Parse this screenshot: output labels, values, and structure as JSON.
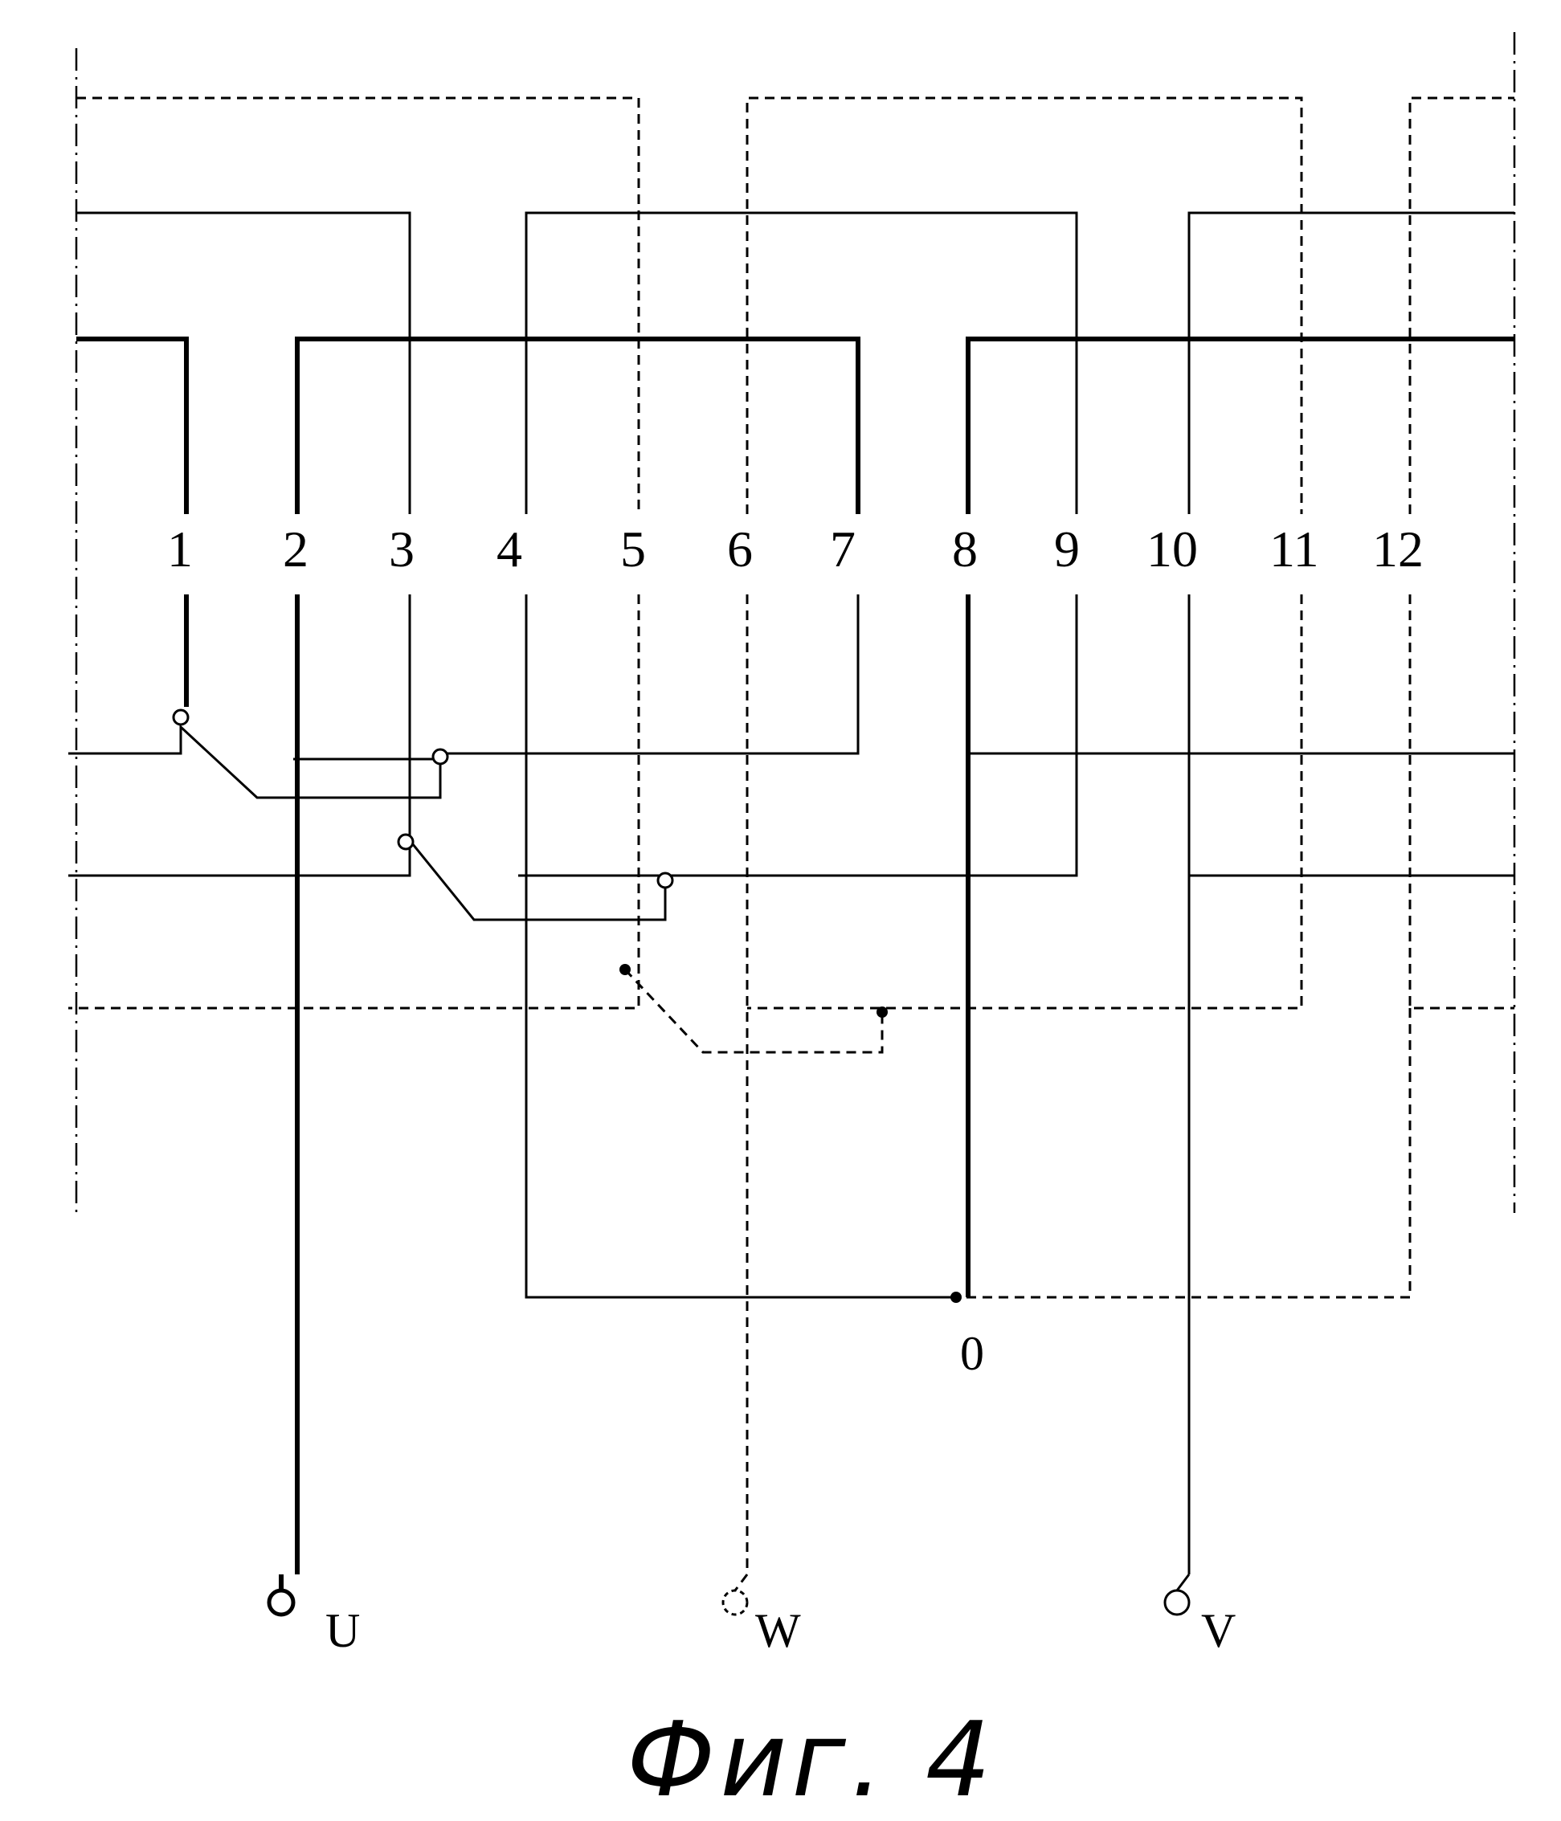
{
  "slots": [
    "1",
    "2",
    "3",
    "4",
    "5",
    "6",
    "7",
    "8",
    "9",
    "10",
    "11",
    "12"
  ],
  "neutral_label": "0",
  "terminals": {
    "u": "U",
    "w": "W",
    "v": "V"
  },
  "figure_caption": "Фиг. 4"
}
